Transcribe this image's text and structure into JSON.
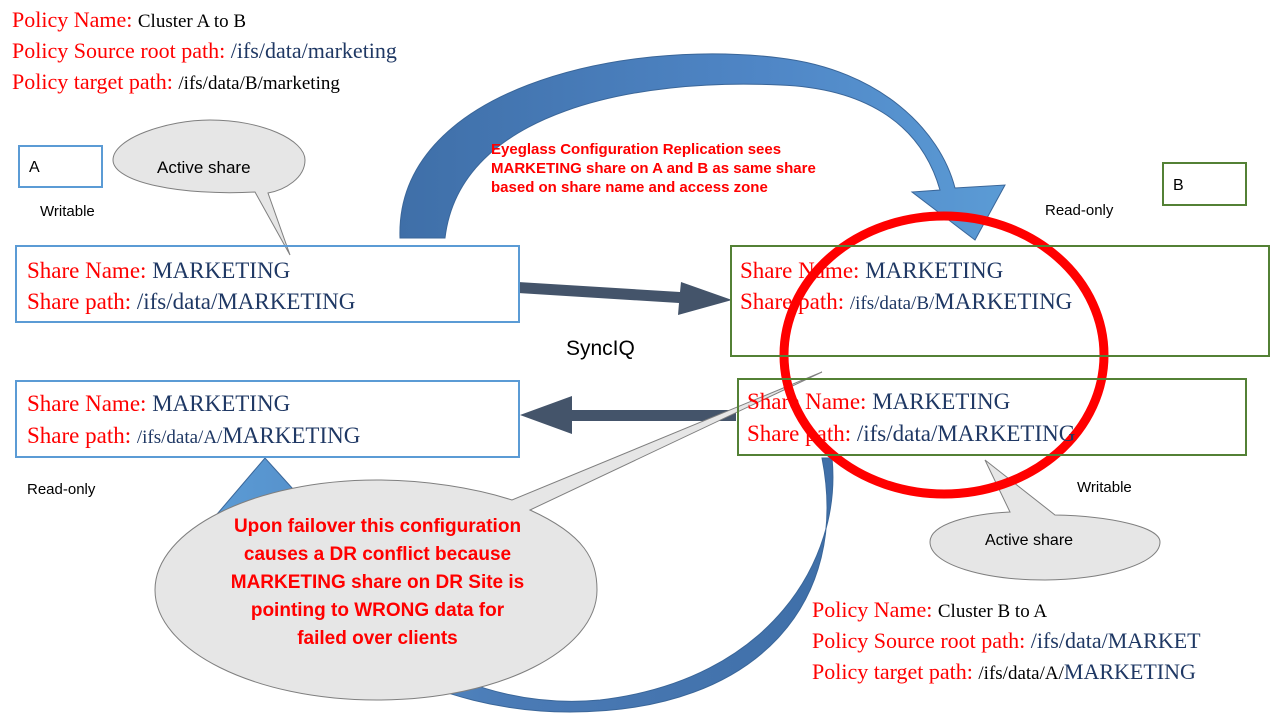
{
  "policy_a": {
    "name_label": "Policy Name:",
    "name_value": "Cluster A to B",
    "source_label": "Policy Source root path:",
    "source_value": "/ifs/data/marketing",
    "target_label": "Policy target path:",
    "target_value": "/ifs/data/B/marketing"
  },
  "policy_b": {
    "name_label": "Policy Name:",
    "name_value": "Cluster B to A",
    "source_label": "Policy Source root path:",
    "source_value": "/ifs/data/MARKET",
    "target_label": "Policy target path:",
    "target_value_prefix": "/ifs/data/A/",
    "target_value_suffix": "MARKETING"
  },
  "cluster_a": {
    "label": "A",
    "writable": "Writable",
    "read_only": "Read-only"
  },
  "cluster_b": {
    "label": "B",
    "read_only": "Read-only",
    "writable": "Writable"
  },
  "callouts": {
    "active_share_a": "Active share",
    "active_share_b": "Active share",
    "eyeglass_note": [
      "Eyeglass Configuration Replication sees",
      "MARKETING share on A  and B as same share",
      "based on share name and access zone"
    ],
    "failover_note": [
      "Upon failover this configuration",
      "causes a DR conflict because",
      "MARKETING share on DR Site is",
      "pointing to WRONG data for",
      "failed over clients"
    ]
  },
  "synciq": "SyncIQ",
  "shares": {
    "a_top": {
      "name_label": "Share Name:",
      "name_value": "MARKETING",
      "path_label": "Share path:",
      "path_value": "/ifs/data/MARKETING"
    },
    "a_bottom": {
      "name_label": "Share Name:",
      "name_value": "MARKETING",
      "path_label": "Share path:",
      "path_prefix": "/ifs/data/A/",
      "path_suffix": "MARKETING"
    },
    "b_top": {
      "name_label": "Share Name:",
      "name_value": "MARKETING",
      "path_label": "Share path:",
      "path_prefix": "/ifs/data/B/",
      "path_suffix": "MARKETING"
    },
    "b_bottom": {
      "name_label": "Share Name:",
      "name_value": "MARKETING",
      "path_label": "Share path:",
      "path_value": "/ifs/data/MARKETING"
    }
  },
  "colors": {
    "label_red": "#ff0000",
    "value_navy": "#1f3864",
    "arrow_blue": "#4a7ab5",
    "arrow_dark": "#44546a",
    "circle_red": "#ff0000",
    "callout_gray": "#e6e6e6"
  }
}
